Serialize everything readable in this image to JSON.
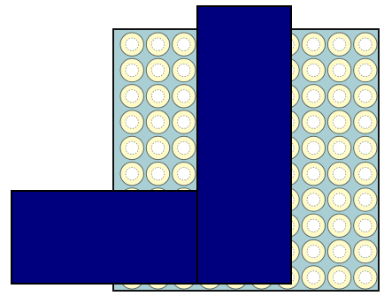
{
  "colors": {
    "background": "#ffffff",
    "grid_fill": "#a9cfd5",
    "grid_border": "#111111",
    "tile_ring": "#fffbc8",
    "tile_center": "#ffffff",
    "tile_stroke": "#5c6a66",
    "tile_dash": "#8a8a8a",
    "blocker": "#00007f",
    "blocker_border": "#000000"
  },
  "grid": {
    "rows": 10,
    "cols": 10,
    "tile_shape": "ring-circle"
  }
}
